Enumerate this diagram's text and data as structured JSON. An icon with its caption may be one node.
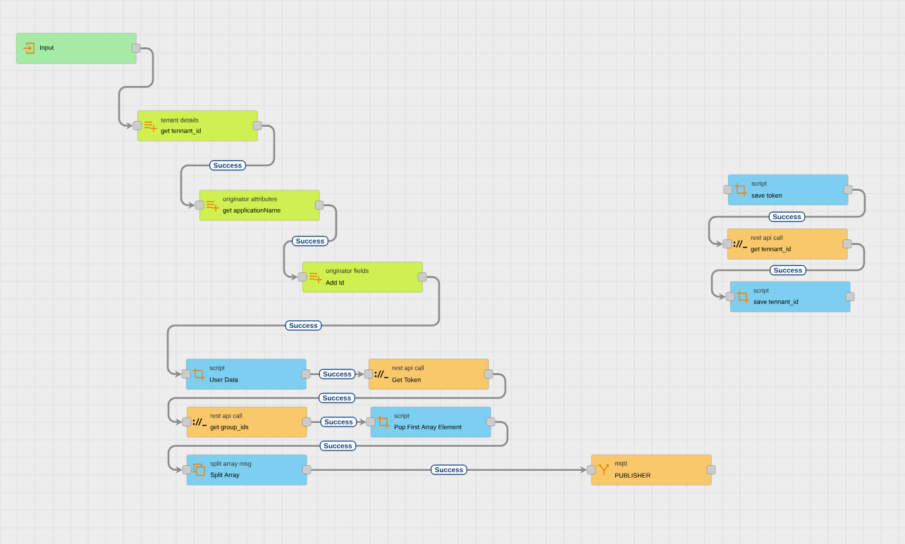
{
  "diagram": {
    "nodes": [
      {
        "text": [
          "Input"
        ]
      },
      {
        "text": [
          "tenant details",
          "get tennant_id"
        ]
      },
      {
        "text": [
          "originator attributes",
          "get applicationName"
        ]
      },
      {
        "text": [
          "originator fields",
          "Add Id"
        ]
      },
      {
        "text": [
          "script",
          "User Data"
        ]
      },
      {
        "text": [
          "rest api call",
          "Get Token"
        ]
      },
      {
        "text": [
          "rest api call",
          "get group_ids"
        ]
      },
      {
        "text": [
          "script",
          "Pop First Array Element"
        ]
      },
      {
        "text": [
          "split array msg",
          "Split Array"
        ]
      },
      {
        "text": [
          "mqtt",
          "PUBLISHER"
        ]
      },
      {
        "text": [
          "script",
          "save token"
        ]
      },
      {
        "text": [
          "rest api call",
          "get tennant_id"
        ]
      },
      {
        "text": [
          "script",
          "save tennant_id"
        ]
      }
    ],
    "edges": [
      {
        "from": 0,
        "to": 1,
        "arrow": "to"
      },
      {
        "from": 1,
        "to": 2,
        "arrow": "to",
        "label": "Success"
      },
      {
        "from": 2,
        "to": 3,
        "arrow": "to",
        "label": "Success"
      },
      {
        "from": 3,
        "to": 4,
        "arrow": "to",
        "label": "Success"
      },
      {
        "from": 4,
        "to": 5,
        "arrow": "to",
        "label": "Success"
      },
      {
        "from": 5,
        "to": 6,
        "arrow": "to",
        "label": "Success"
      },
      {
        "from": 6,
        "to": 7,
        "arrow": "to",
        "label": "Success"
      },
      {
        "from": 7,
        "to": 8,
        "arrow": "to",
        "label": "Success"
      },
      {
        "from": 8,
        "to": 9,
        "arrow": "to",
        "label": "Success"
      },
      {
        "from": 10,
        "to": 11,
        "arrow": "to",
        "label": "Success"
      },
      {
        "from": 11,
        "to": 12,
        "arrow": "to",
        "label": "Success"
      }
    ]
  }
}
